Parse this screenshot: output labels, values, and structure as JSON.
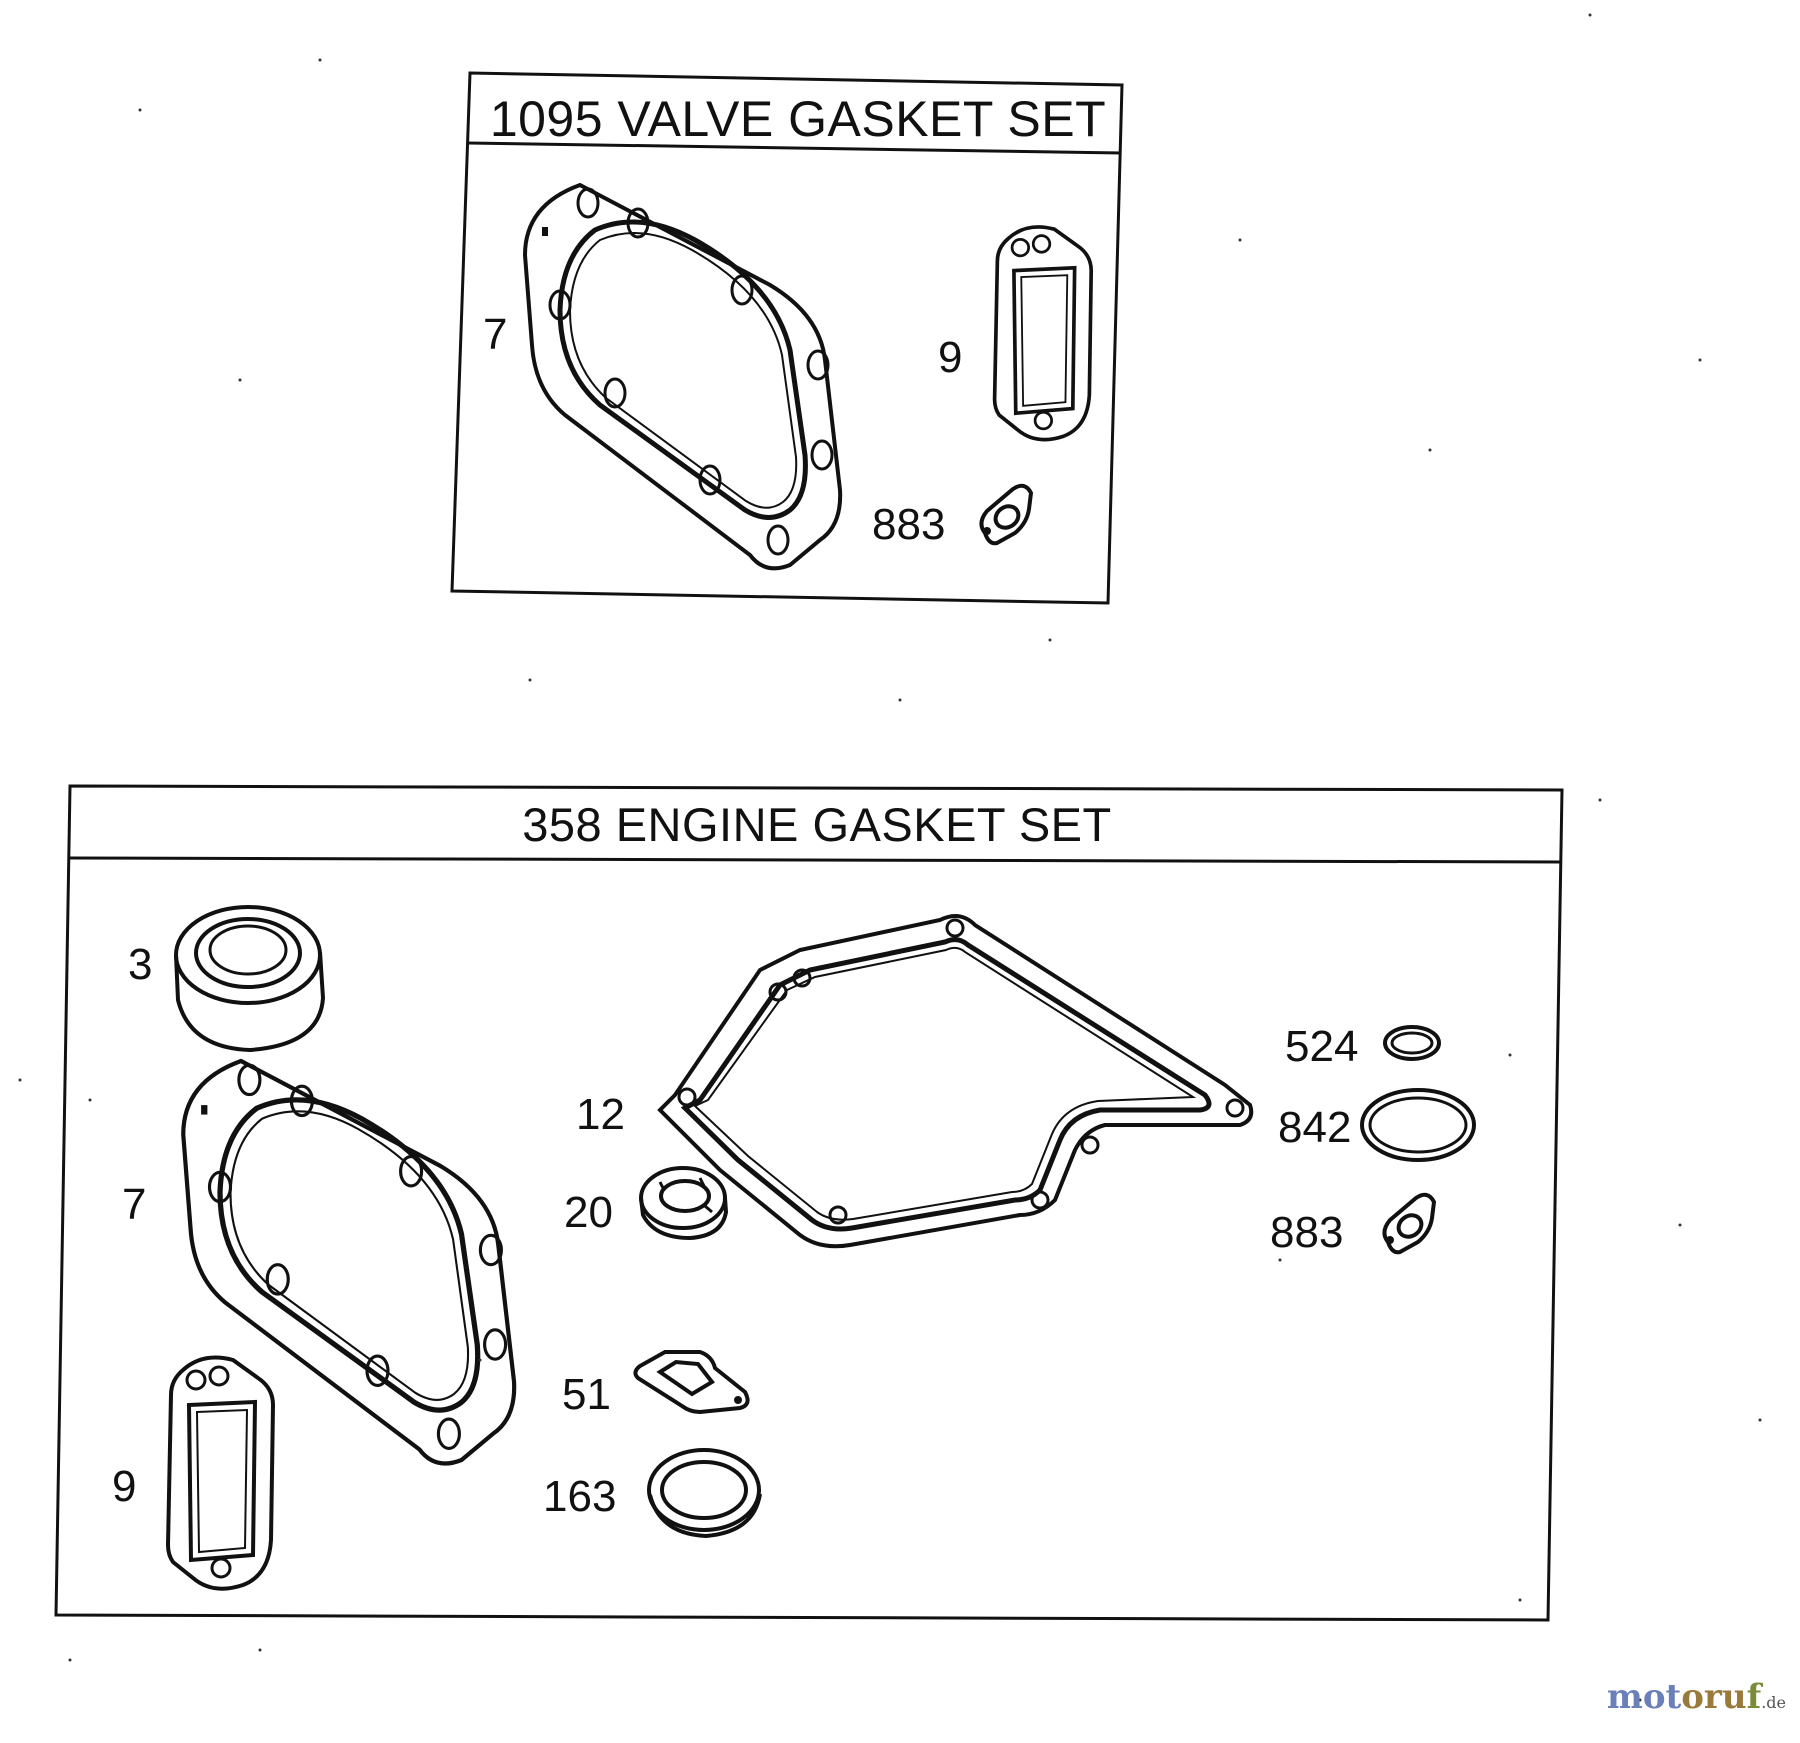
{
  "valve_set": {
    "title": "1095 VALVE GASKET SET",
    "callouts": {
      "head_gasket": "7",
      "cover_gasket": "9",
      "small_gasket": "883"
    }
  },
  "engine_set": {
    "title": "358 ENGINE GASKET SET",
    "callouts": {
      "seal": "3",
      "head_gasket": "7",
      "cover_gasket": "9",
      "crankcase_gasket": "12",
      "small_seal": "20",
      "plate_gasket": "51",
      "ring_seal": "163",
      "oring_small": "524",
      "oring_large": "842",
      "small_gasket": "883"
    }
  },
  "watermark": {
    "part1": "mot",
    "part2": "oru",
    "part3": "f",
    "part4": ".de"
  },
  "colors": {
    "line": "#111111",
    "background": "#ffffff"
  }
}
